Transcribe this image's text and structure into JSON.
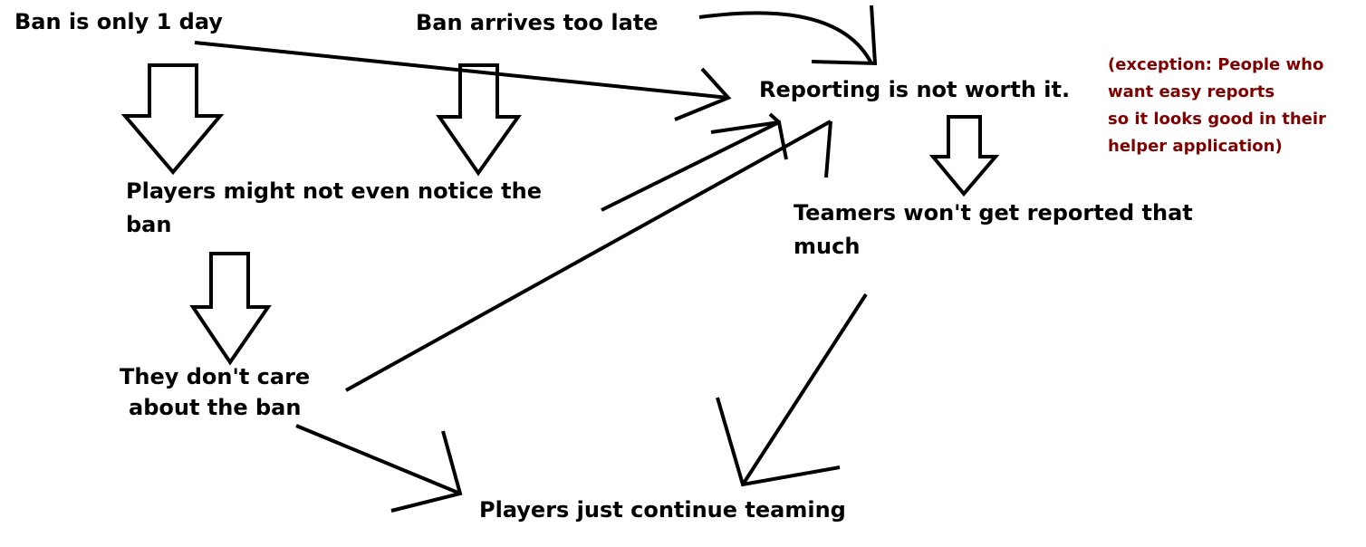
{
  "nodes": {
    "ban_one_day": "Ban is only 1 day",
    "ban_late": "Ban arrives too late",
    "reporting_not_worth": "Reporting is not worth it.",
    "players_not_notice_line1": "Players might not even notice the",
    "players_not_notice_line2": "ban",
    "dont_care_line1": "They don't care",
    "dont_care_line2": "about the ban",
    "teamers_line1": "Teamers won't get reported that",
    "teamers_line2": "much",
    "continue_teaming": "Players just continue teaming"
  },
  "exception_note": {
    "lines": [
      "(exception: People who",
      "want easy reports",
      "so it looks good in their",
      "helper application)"
    ]
  },
  "colors": {
    "text": "#000000",
    "note": "#800000",
    "stroke": "#000000",
    "background": "#ffffff"
  }
}
